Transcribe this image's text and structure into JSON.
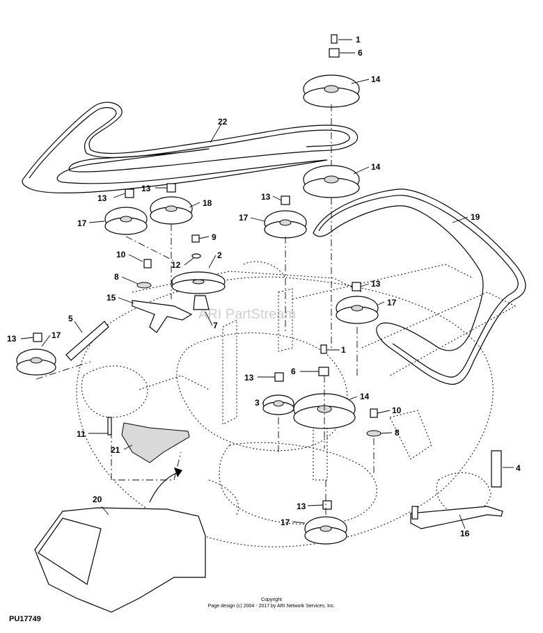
{
  "diagram_id": "PU17749",
  "watermark": "ARI PartStream",
  "copyright": {
    "line1": "Copyright",
    "line2": "Page design (c) 2004 - 2017 by ARI Network Services, Inc."
  },
  "callouts": [
    "1",
    "6",
    "14",
    "22",
    "14",
    "13",
    "13",
    "18",
    "17",
    "13",
    "17",
    "19",
    "9",
    "2",
    "10",
    "12",
    "8",
    "15",
    "13",
    "17",
    "7",
    "5",
    "13",
    "17",
    "1",
    "6",
    "13",
    "14",
    "3",
    "10",
    "8",
    "11",
    "21",
    "4",
    "20",
    "13",
    "17",
    "16"
  ]
}
